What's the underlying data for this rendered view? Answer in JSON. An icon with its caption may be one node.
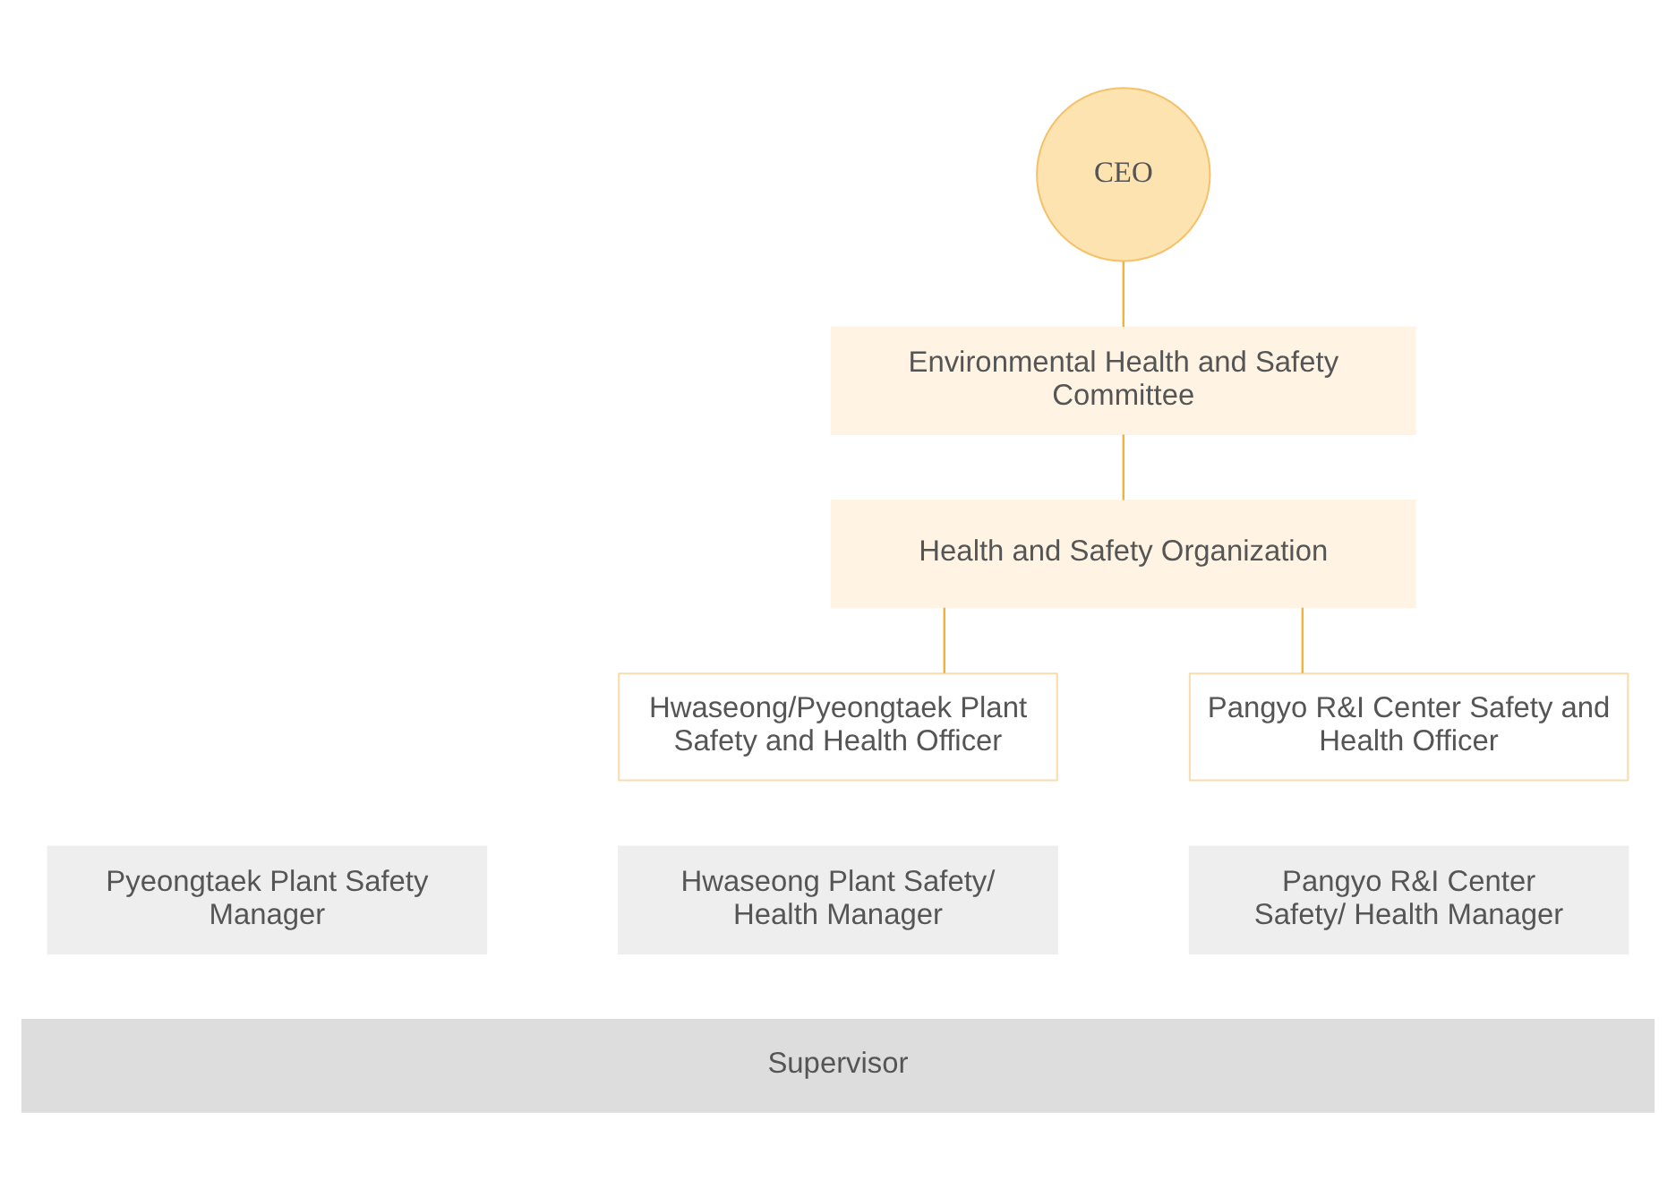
{
  "diagram": {
    "nodes": [
      {
        "text": [
          "CEO"
        ]
      },
      {
        "text": [
          "Environmental Health and Safety Committee"
        ]
      },
      {
        "text": [
          "Health and Safety Organization"
        ]
      },
      {
        "text": [
          "Hwaseong/Pyeongtaek Plant Safety and Health Officer"
        ]
      },
      {
        "text": [
          "Pangyo R&I Center Safety and Health Officer"
        ]
      },
      {
        "text": [
          "Pyeongtaek Plant Safety Manager"
        ]
      },
      {
        "text": [
          "Hwaseong Plant Safety/ Health Manager"
        ]
      },
      {
        "text": [
          "Pangyo R&I Center Safety/ Health Manager"
        ]
      },
      {
        "text": [
          "Supervisor"
        ]
      }
    ],
    "edges": [
      {
        "from": 0,
        "to": 1,
        "arrow": "none",
        "color": "#f5b335"
      },
      {
        "from": 1,
        "to": 2,
        "arrow": "none",
        "color": "#f5b335"
      },
      {
        "from": 2,
        "to": 3,
        "arrow": "none",
        "color": "#f5b335"
      },
      {
        "from": 2,
        "to": 4,
        "arrow": "none",
        "color": "#f5b335"
      }
    ]
  }
}
